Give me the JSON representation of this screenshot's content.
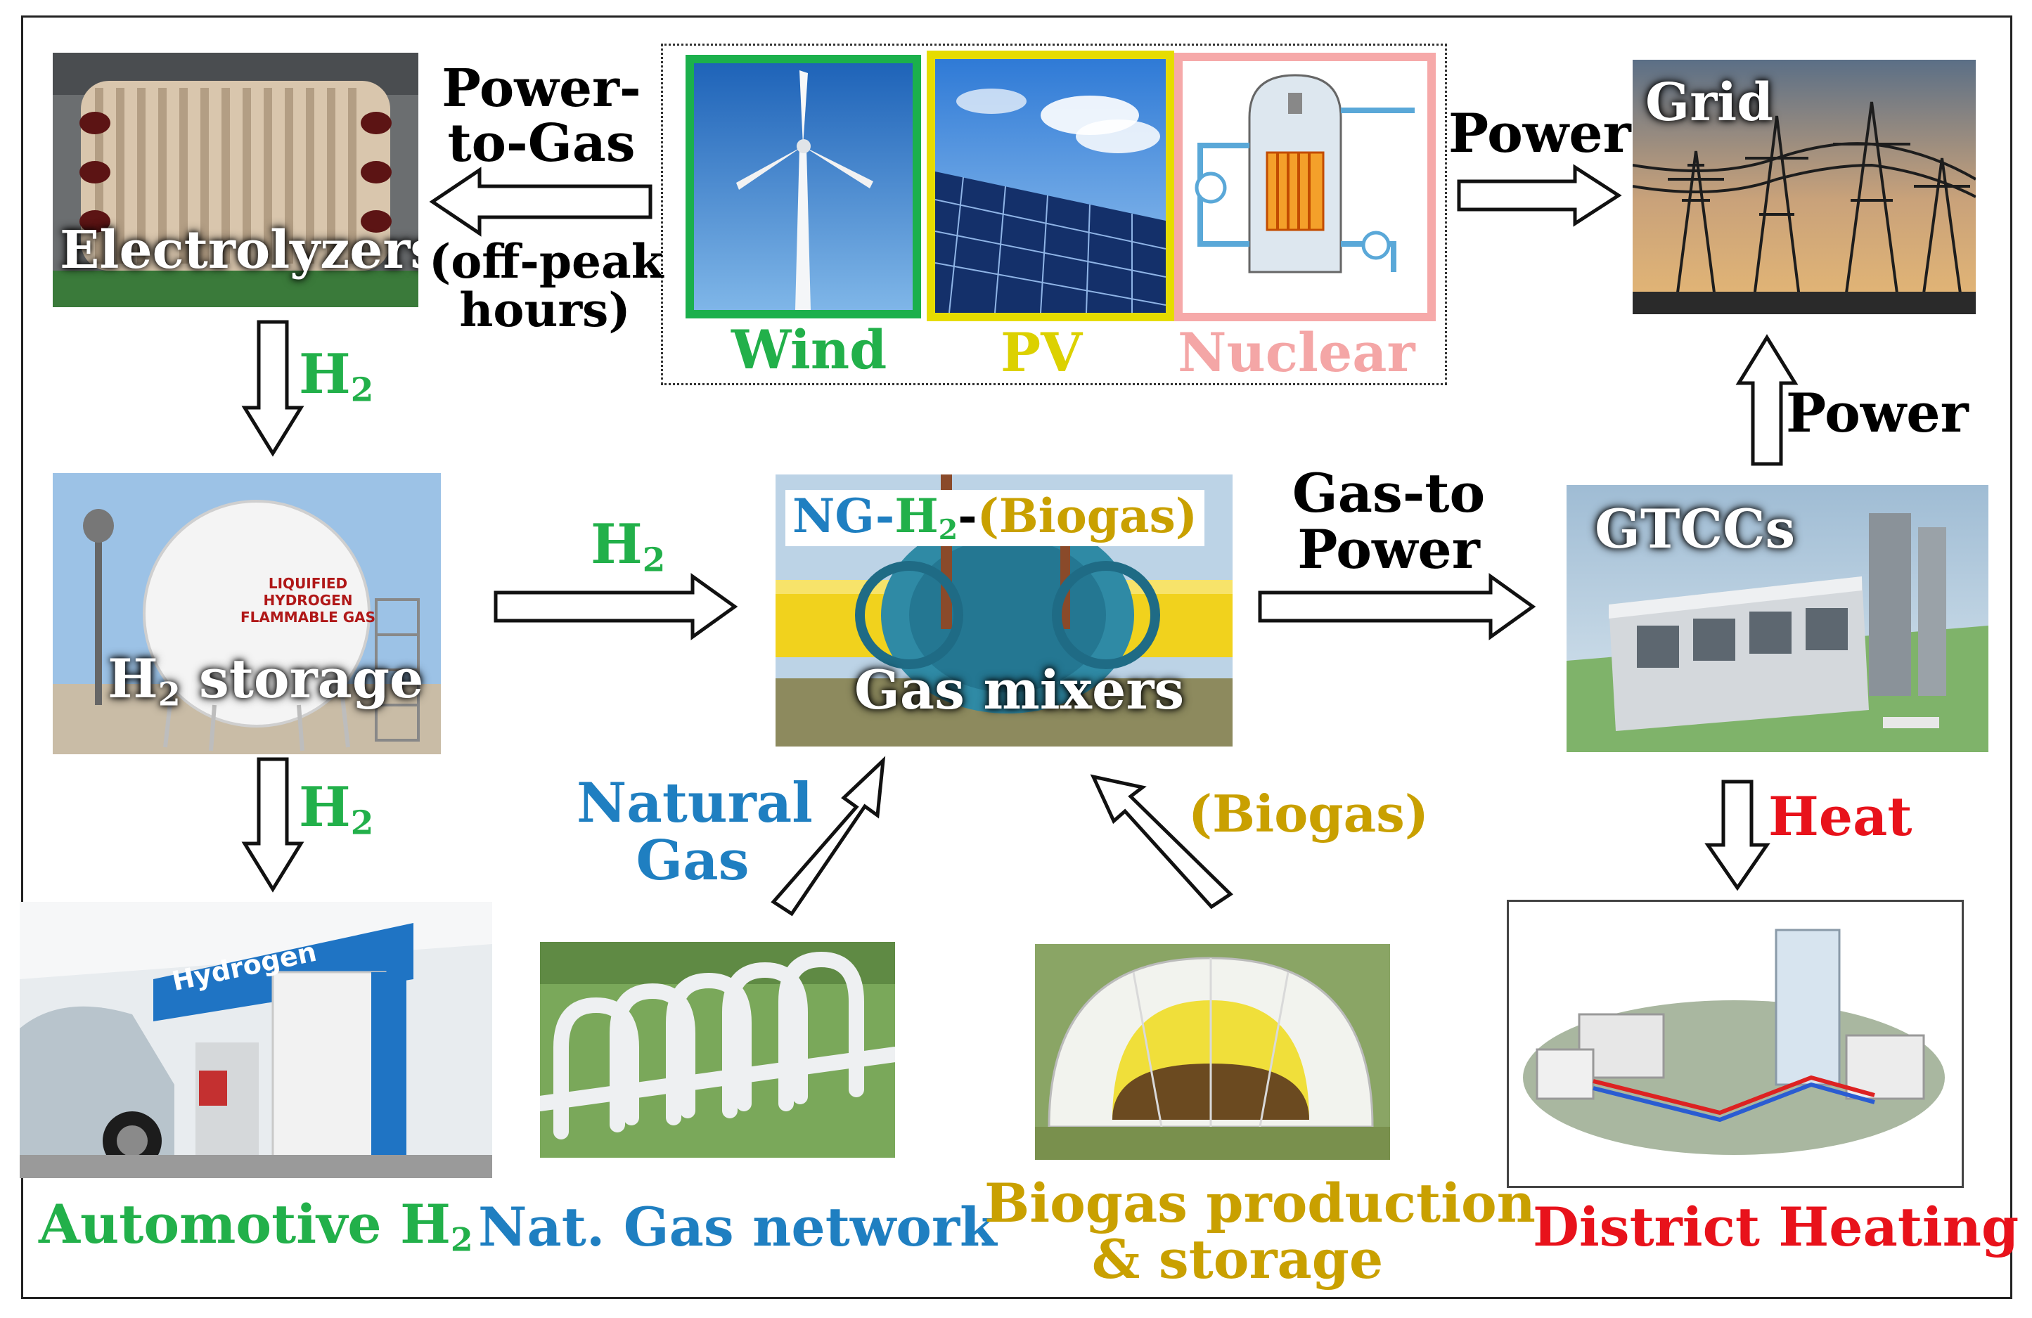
{
  "colors": {
    "black": "#000000",
    "green": "#22b04a",
    "yellow": "#dcd100",
    "pink": "#f4a6a6",
    "blue": "#1f7fc1",
    "gold": "#c9a000",
    "red": "#e8121b",
    "wind_border": "#1bb04c",
    "pv_border": "#e6dc00",
    "nuclear_border": "#f6a9a9"
  },
  "sources": {
    "wind": "Wind",
    "pv": "PV",
    "nuclear": "Nuclear"
  },
  "electrolyzers": {
    "caption": "Electrolyzers",
    "power_to_gas_1": "Power-",
    "power_to_gas_2": "to-Gas",
    "offpeak_1": "(off-peak",
    "offpeak_2": "hours)"
  },
  "grid": {
    "caption": "Grid",
    "power_from_sources": "Power",
    "power_from_gtcc": "Power"
  },
  "h2": {
    "letter": "H",
    "sub": "2"
  },
  "storage": {
    "caption_rest": "storage",
    "tank_text_1": "LIQUIFIED HYDROGEN",
    "tank_text_2": "FLAMMABLE GAS"
  },
  "mixers": {
    "tag_ng": "NG-",
    "tag_dash": "-",
    "tag_biogas": "(Biogas)",
    "caption": "Gas mixers"
  },
  "gas_to_power": {
    "line1": "Gas-to",
    "line2": "Power"
  },
  "gtcc": {
    "caption": "GTCCs",
    "heat": "Heat"
  },
  "natural_gas": {
    "line1": "Natural",
    "line2": "Gas",
    "network": "Nat. Gas network"
  },
  "biogas": {
    "label": "(Biogas)",
    "prod_line1": "Biogas production",
    "prod_line2": "& storage"
  },
  "automotive": {
    "caption": "Automotive H",
    "sub": "2",
    "sign": "Hydrogen"
  },
  "district": {
    "caption": "District Heating"
  }
}
